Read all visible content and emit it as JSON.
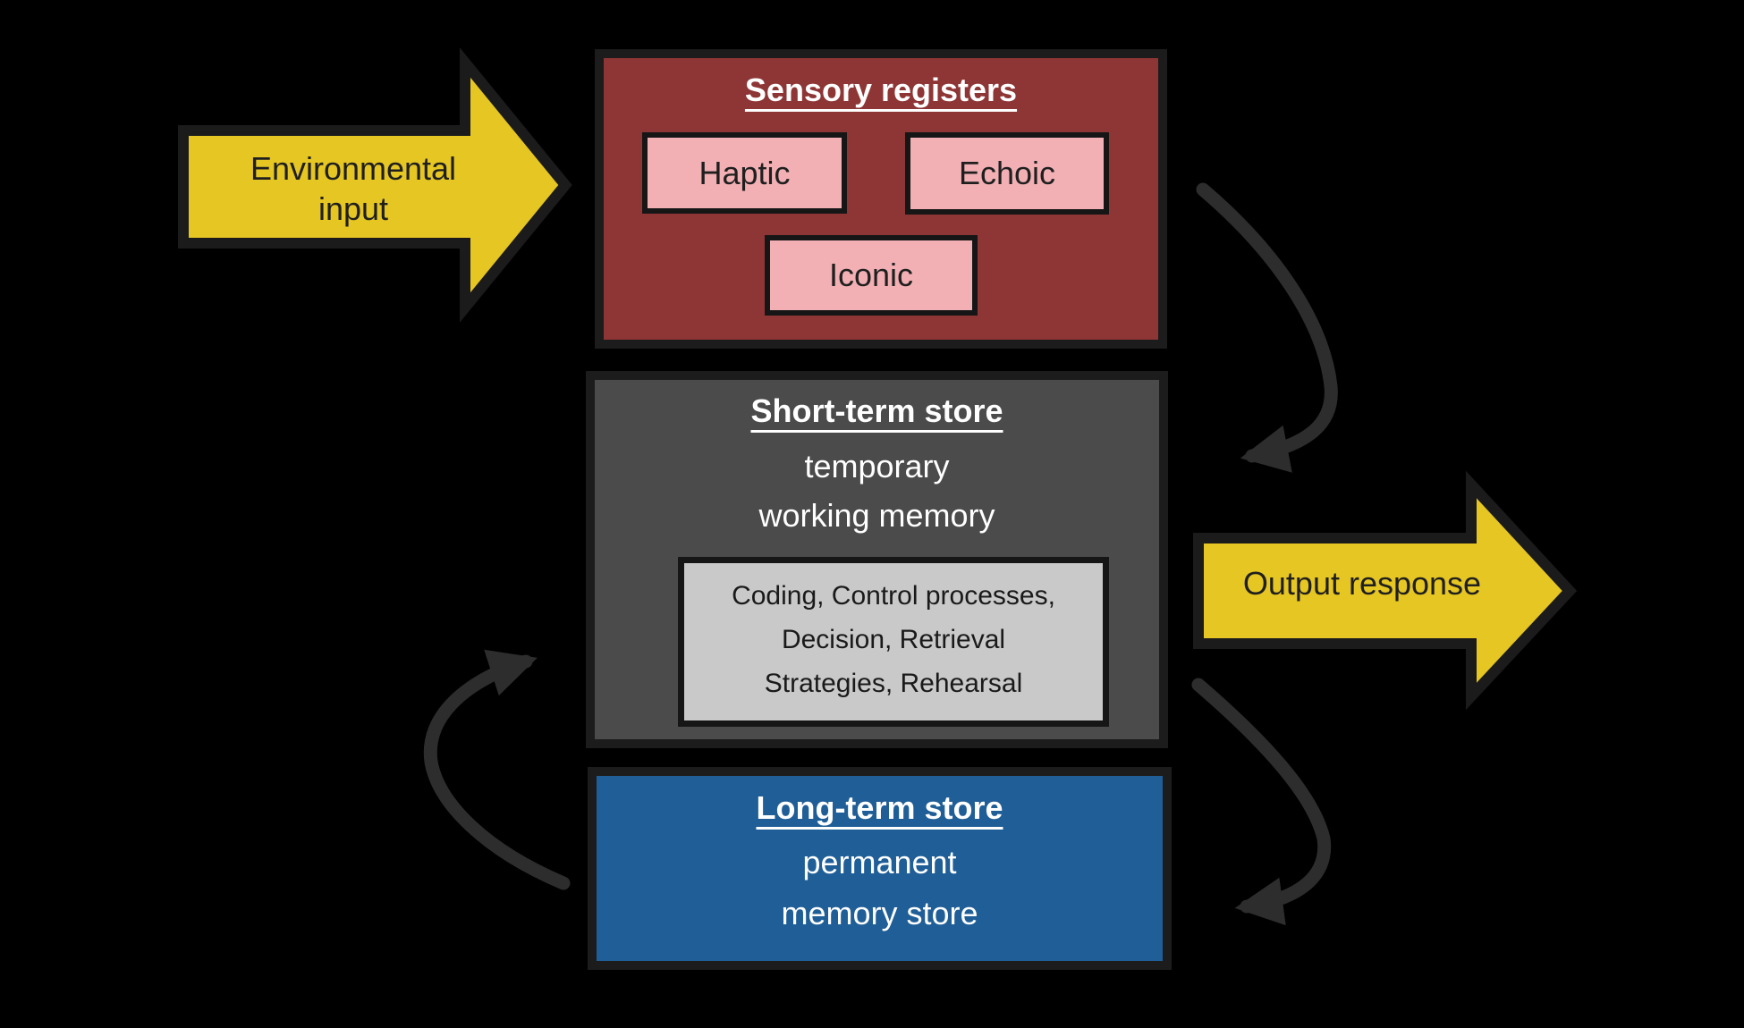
{
  "diagram": {
    "background_color": "#000000",
    "input_arrow": {
      "label": "Environmental input",
      "fill": "#e6c622"
    },
    "output_arrow": {
      "label": "Output response",
      "fill": "#e6c622"
    },
    "sensory_registers": {
      "title": "Sensory registers",
      "fill": "#8e3535",
      "sub_box_fill": "#f2b0b4",
      "sub_boxes": [
        {
          "label": "Haptic"
        },
        {
          "label": "Echoic"
        },
        {
          "label": "Iconic"
        }
      ]
    },
    "short_term_store": {
      "title": "Short-term store",
      "subtitle_lines": [
        "temporary",
        "working memory"
      ],
      "fill": "#4b4b4b",
      "processes_box": {
        "fill": "#c9c9c9",
        "lines": [
          "Coding, Control processes,",
          "Decision, Retrieval",
          "Strategies, Rehearsal"
        ]
      }
    },
    "long_term_store": {
      "title": "Long-term store",
      "subtitle_lines": [
        "permanent",
        "memory store"
      ],
      "fill": "#1f5e96"
    },
    "flow_arrow_color": "#2d2d2d"
  }
}
